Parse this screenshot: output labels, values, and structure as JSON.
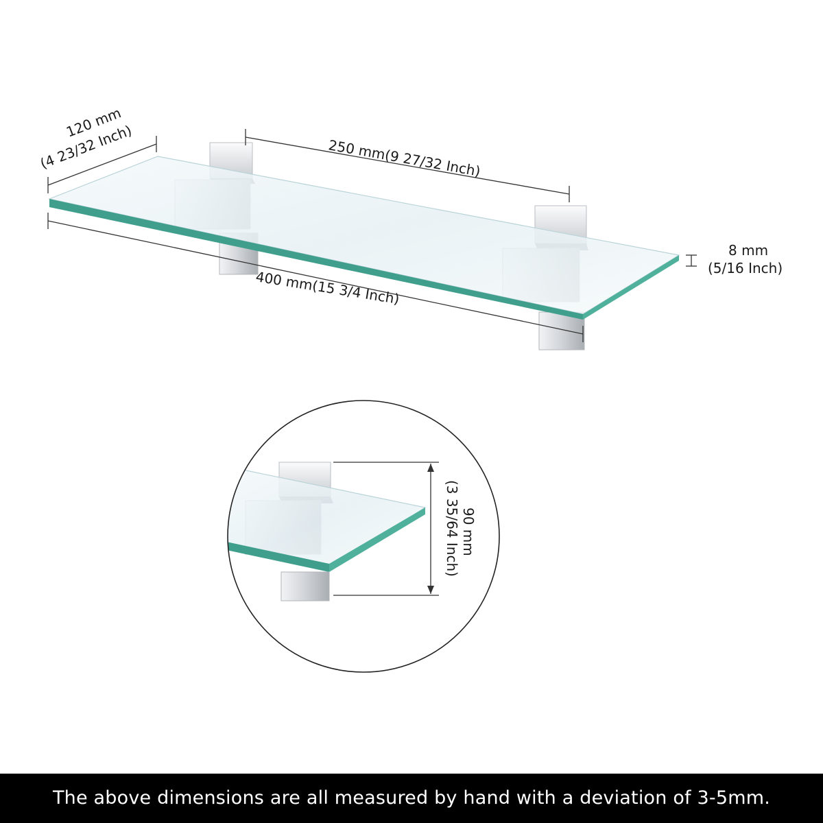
{
  "dimensions": {
    "depth": {
      "mm": "120 mm",
      "inch": "(4 23/32 Inch)"
    },
    "bracket_spacing": {
      "label": "250 mm(9 27/32 Inch)"
    },
    "length": {
      "label": "400 mm(15 3/4 Inch)"
    },
    "thickness": {
      "mm": "8 mm",
      "inch": "(5/16 Inch)"
    },
    "bracket_height": {
      "mm": "90 mm",
      "inch": "(3 35/64 Inch)"
    }
  },
  "footer": {
    "note": "The above dimensions are all measured by hand with a deviation of 3-5mm."
  },
  "colors": {
    "glass_top": "#eef6f8",
    "glass_edge": "#3f9e8c",
    "chrome": "#d9dcdf",
    "chrome_dark": "#9ea4aa",
    "footer_bg": "#000000"
  }
}
